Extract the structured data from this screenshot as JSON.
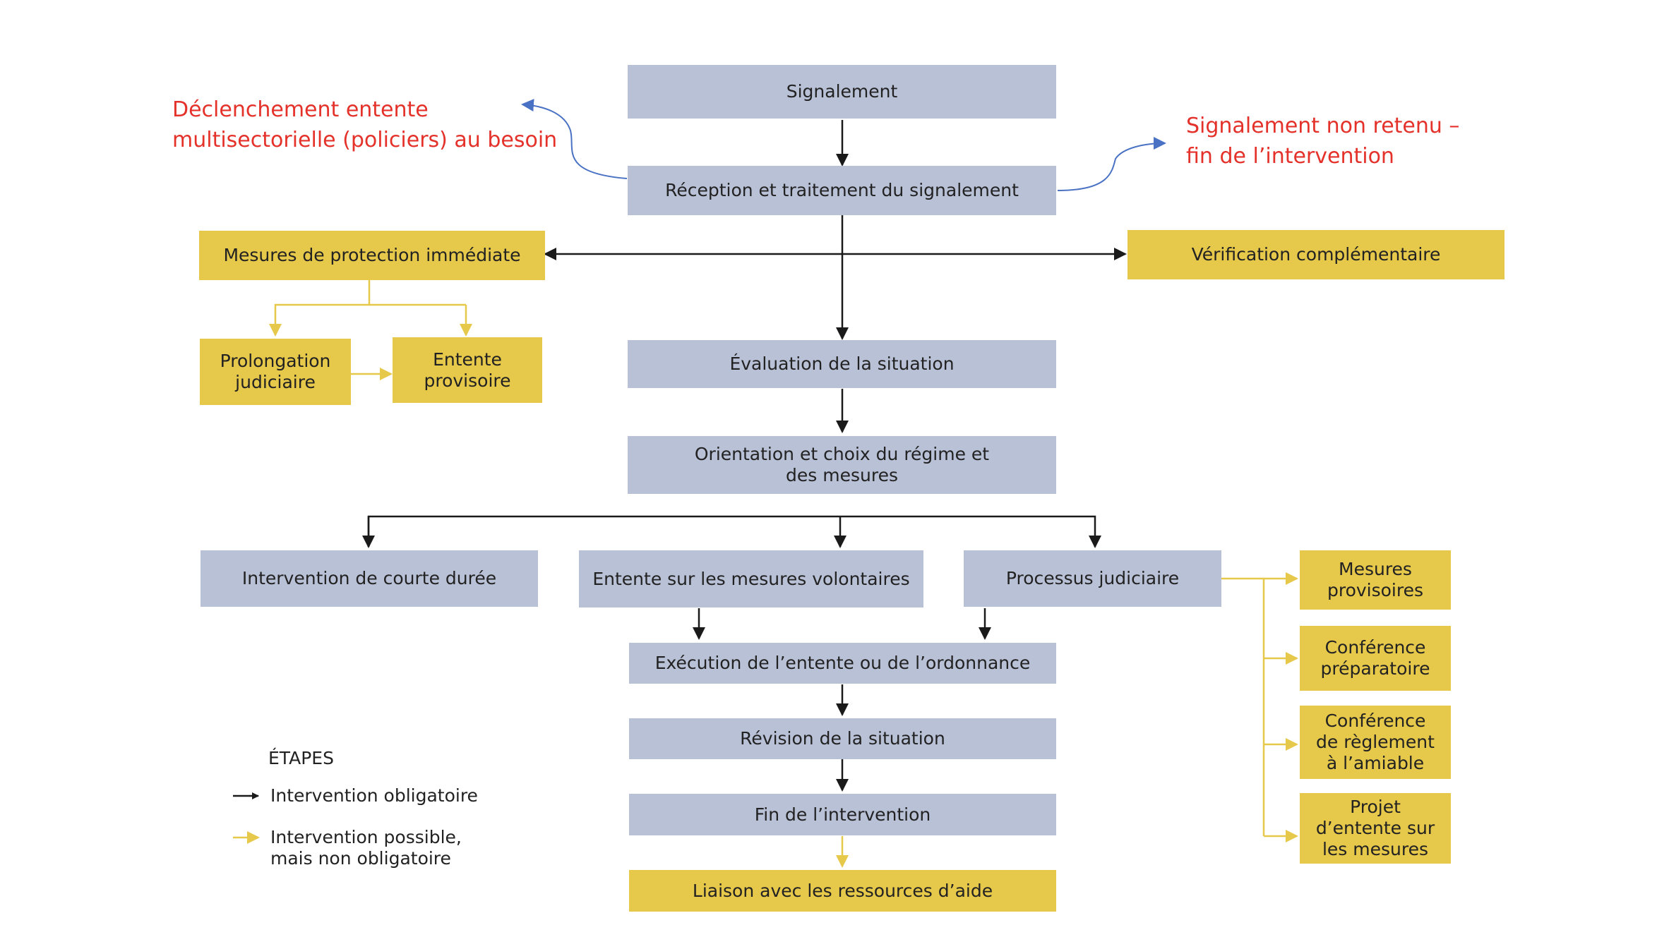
{
  "boxes": {
    "signalement": "Signalement",
    "reception": "Réception et traitement du signalement",
    "mesures_protection": "Mesures de protection immédiate",
    "verification": "Vérification complémentaire",
    "prolongation": "Prolongation\njudiciaire",
    "entente_provisoire": "Entente\nprovisoire",
    "evaluation": "Évaluation de la situation",
    "orientation": "Orientation et choix du régime et\ndes mesures",
    "courte_duree": "Intervention de courte durée",
    "entente_volontaires": "Entente sur les mesures volontaires",
    "processus_judiciaire": "Processus judiciaire",
    "execution": "Exécution de l’entente ou de l’ordonnance",
    "revision": "Révision de la situation",
    "fin": "Fin de l’intervention",
    "liaison": "Liaison avec les ressources d’aide",
    "mesures_provisoires": "Mesures\nprovisoires",
    "conference_preparatoire": "Conférence\npréparatoire",
    "conference_reglement": "Conférence\nde règlement\nà l’amiable",
    "projet_entente": "Projet\nd’entente sur\nles mesures"
  },
  "notes": {
    "left": "Déclenchement entente\nmultisectorielle (policiers) au besoin",
    "right": "Signalement  non  retenu  –\nfin de l’intervention"
  },
  "legend": {
    "title": "ÉTAPES",
    "mandatory": "Intervention obligatoire",
    "optional": "Intervention possible,\nmais non obligatoire"
  },
  "colors": {
    "grey_box": "#b9c1d7",
    "yellow_box": "#e6c84a",
    "mandatory_arrow": "#1a1a1a",
    "optional_arrow": "#e6c84a",
    "note_text": "#e4322b",
    "note_arrow": "#4a72c4"
  }
}
